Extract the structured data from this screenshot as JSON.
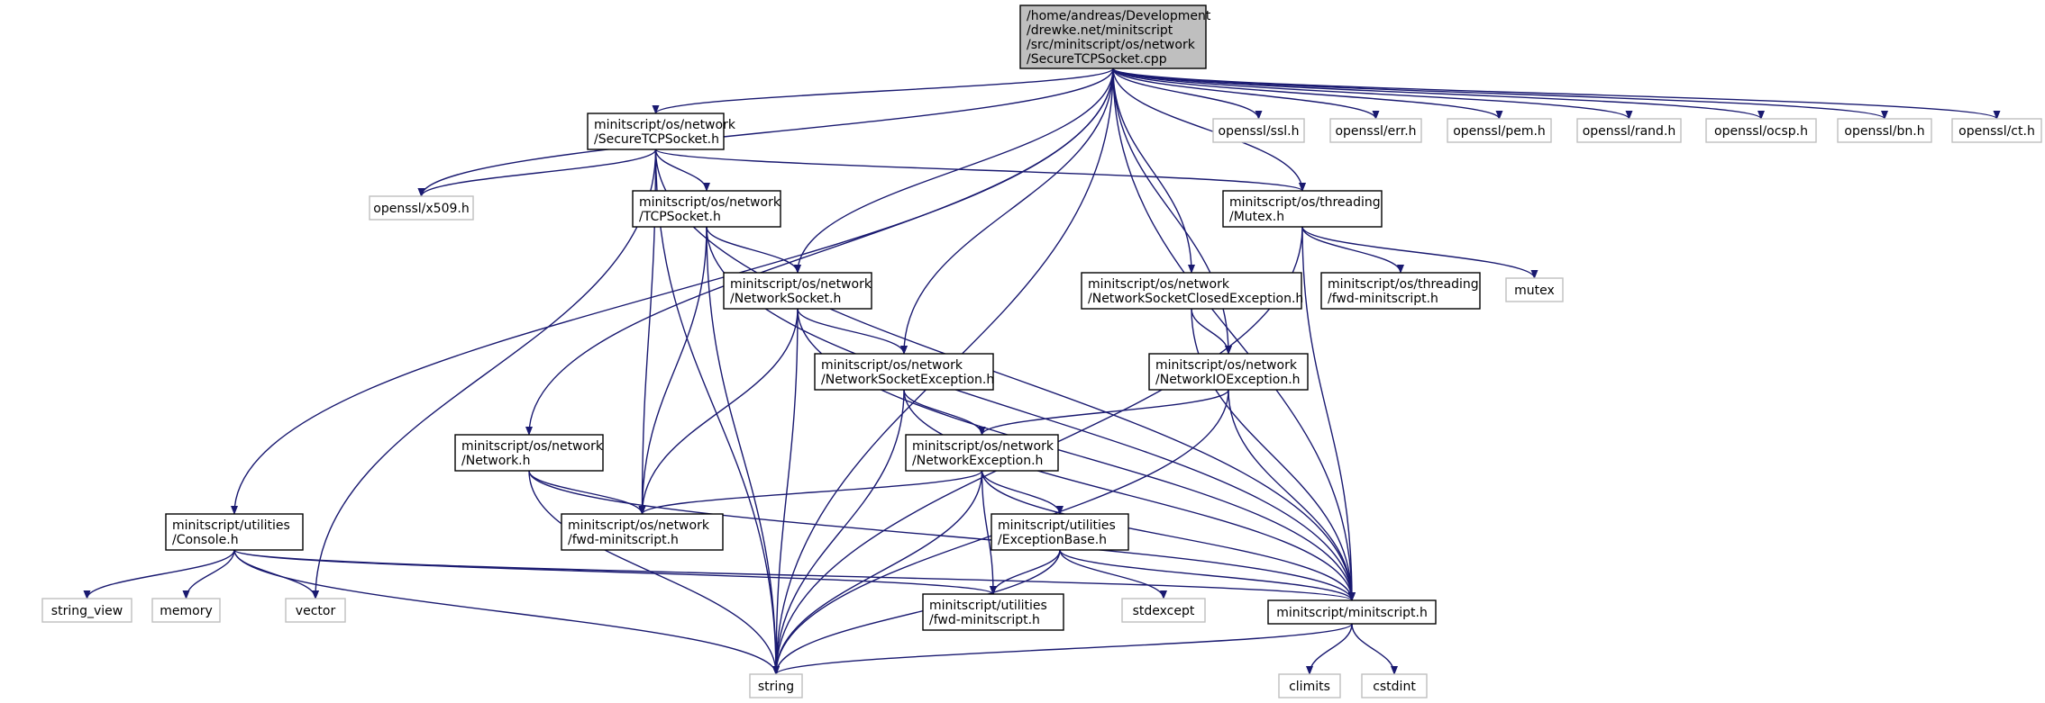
{
  "graph": {
    "nodes": {
      "root": {
        "lines": [
          "/home/andreas/Development",
          "/drewke.net/minitscript",
          "/src/minitscript/os/network",
          "/SecureTCPSocket.cpp"
        ],
        "kind": "root"
      },
      "securetcp_h": {
        "lines": [
          "minitscript/os/network",
          "/SecureTCPSocket.h"
        ],
        "kind": "doc"
      },
      "openssl_ssl": {
        "lines": [
          "openssl/ssl.h"
        ],
        "kind": "ext"
      },
      "openssl_err": {
        "lines": [
          "openssl/err.h"
        ],
        "kind": "ext"
      },
      "openssl_pem": {
        "lines": [
          "openssl/pem.h"
        ],
        "kind": "ext"
      },
      "openssl_rand": {
        "lines": [
          "openssl/rand.h"
        ],
        "kind": "ext"
      },
      "openssl_ocsp": {
        "lines": [
          "openssl/ocsp.h"
        ],
        "kind": "ext"
      },
      "openssl_bn": {
        "lines": [
          "openssl/bn.h"
        ],
        "kind": "ext"
      },
      "openssl_ct": {
        "lines": [
          "openssl/ct.h"
        ],
        "kind": "ext"
      },
      "openssl_x509": {
        "lines": [
          "openssl/x509.h"
        ],
        "kind": "ext"
      },
      "tcpsocket_h": {
        "lines": [
          "minitscript/os/network",
          "/TCPSocket.h"
        ],
        "kind": "doc"
      },
      "mutex_h": {
        "lines": [
          "minitscript/os/threading",
          "/Mutex.h"
        ],
        "kind": "doc"
      },
      "networksocket_h": {
        "lines": [
          "minitscript/os/network",
          "/NetworkSocket.h"
        ],
        "kind": "doc"
      },
      "nsclosedexc_h": {
        "lines": [
          "minitscript/os/network",
          "/NetworkSocketClosedException.h"
        ],
        "kind": "doc"
      },
      "threading_fwd_h": {
        "lines": [
          "minitscript/os/threading",
          "/fwd-minitscript.h"
        ],
        "kind": "doc"
      },
      "mutex": {
        "lines": [
          "mutex"
        ],
        "kind": "ext"
      },
      "nsexc_h": {
        "lines": [
          "minitscript/os/network",
          "/NetworkSocketException.h"
        ],
        "kind": "doc"
      },
      "nioexc_h": {
        "lines": [
          "minitscript/os/network",
          "/NetworkIOException.h"
        ],
        "kind": "doc"
      },
      "network_h": {
        "lines": [
          "minitscript/os/network",
          "/Network.h"
        ],
        "kind": "doc"
      },
      "nexc_h": {
        "lines": [
          "minitscript/os/network",
          "/NetworkException.h"
        ],
        "kind": "doc"
      },
      "console_h": {
        "lines": [
          "minitscript/utilities",
          "/Console.h"
        ],
        "kind": "doc"
      },
      "network_fwd_h": {
        "lines": [
          "minitscript/os/network",
          "/fwd-minitscript.h"
        ],
        "kind": "doc"
      },
      "excbase_h": {
        "lines": [
          "minitscript/utilities",
          "/ExceptionBase.h"
        ],
        "kind": "doc"
      },
      "string_view": {
        "lines": [
          "string_view"
        ],
        "kind": "ext"
      },
      "memory": {
        "lines": [
          "memory"
        ],
        "kind": "ext"
      },
      "vector": {
        "lines": [
          "vector"
        ],
        "kind": "ext"
      },
      "utilities_fwd_h": {
        "lines": [
          "minitscript/utilities",
          "/fwd-minitscript.h"
        ],
        "kind": "doc"
      },
      "stdexcept": {
        "lines": [
          "stdexcept"
        ],
        "kind": "ext"
      },
      "minitscript_h": {
        "lines": [
          "minitscript/minitscript.h"
        ],
        "kind": "doc"
      },
      "string": {
        "lines": [
          "string"
        ],
        "kind": "ext"
      },
      "climits": {
        "lines": [
          "climits"
        ],
        "kind": "ext"
      },
      "cstdint": {
        "lines": [
          "cstdint"
        ],
        "kind": "ext"
      }
    },
    "edges": [
      [
        "root",
        "securetcp_h"
      ],
      [
        "root",
        "openssl_ssl"
      ],
      [
        "root",
        "openssl_err"
      ],
      [
        "root",
        "openssl_pem"
      ],
      [
        "root",
        "openssl_rand"
      ],
      [
        "root",
        "openssl_ocsp"
      ],
      [
        "root",
        "openssl_bn"
      ],
      [
        "root",
        "openssl_ct"
      ],
      [
        "root",
        "openssl_x509"
      ],
      [
        "root",
        "mutex_h"
      ],
      [
        "root",
        "networksocket_h"
      ],
      [
        "root",
        "nsclosedexc_h"
      ],
      [
        "root",
        "nsexc_h"
      ],
      [
        "root",
        "nioexc_h"
      ],
      [
        "root",
        "network_h"
      ],
      [
        "root",
        "console_h"
      ],
      [
        "root",
        "minitscript_h"
      ],
      [
        "root",
        "string"
      ],
      [
        "securetcp_h",
        "openssl_x509"
      ],
      [
        "securetcp_h",
        "tcpsocket_h"
      ],
      [
        "securetcp_h",
        "mutex_h"
      ],
      [
        "securetcp_h",
        "network_fwd_h"
      ],
      [
        "securetcp_h",
        "vector"
      ],
      [
        "securetcp_h",
        "string"
      ],
      [
        "securetcp_h",
        "minitscript_h"
      ],
      [
        "tcpsocket_h",
        "networksocket_h"
      ],
      [
        "tcpsocket_h",
        "network_fwd_h"
      ],
      [
        "tcpsocket_h",
        "string"
      ],
      [
        "tcpsocket_h",
        "minitscript_h"
      ],
      [
        "mutex_h",
        "threading_fwd_h"
      ],
      [
        "mutex_h",
        "mutex"
      ],
      [
        "mutex_h",
        "minitscript_h"
      ],
      [
        "mutex_h",
        "string"
      ],
      [
        "networksocket_h",
        "nsexc_h"
      ],
      [
        "networksocket_h",
        "network_fwd_h"
      ],
      [
        "networksocket_h",
        "string"
      ],
      [
        "networksocket_h",
        "minitscript_h"
      ],
      [
        "nsclosedexc_h",
        "nioexc_h"
      ],
      [
        "nsclosedexc_h",
        "minitscript_h"
      ],
      [
        "nsexc_h",
        "nexc_h"
      ],
      [
        "nsexc_h",
        "string"
      ],
      [
        "nsexc_h",
        "minitscript_h"
      ],
      [
        "nioexc_h",
        "nexc_h"
      ],
      [
        "nioexc_h",
        "string"
      ],
      [
        "nioexc_h",
        "minitscript_h"
      ],
      [
        "network_h",
        "network_fwd_h"
      ],
      [
        "network_h",
        "string"
      ],
      [
        "network_h",
        "minitscript_h"
      ],
      [
        "nexc_h",
        "network_fwd_h"
      ],
      [
        "nexc_h",
        "excbase_h"
      ],
      [
        "nexc_h",
        "utilities_fwd_h"
      ],
      [
        "nexc_h",
        "string"
      ],
      [
        "nexc_h",
        "minitscript_h"
      ],
      [
        "excbase_h",
        "utilities_fwd_h"
      ],
      [
        "excbase_h",
        "stdexcept"
      ],
      [
        "excbase_h",
        "string"
      ],
      [
        "excbase_h",
        "minitscript_h"
      ],
      [
        "console_h",
        "string_view"
      ],
      [
        "console_h",
        "memory"
      ],
      [
        "console_h",
        "vector"
      ],
      [
        "console_h",
        "utilities_fwd_h"
      ],
      [
        "console_h",
        "string"
      ],
      [
        "console_h",
        "minitscript_h"
      ],
      [
        "minitscript_h",
        "string"
      ],
      [
        "minitscript_h",
        "climits"
      ],
      [
        "minitscript_h",
        "cstdint"
      ]
    ]
  }
}
